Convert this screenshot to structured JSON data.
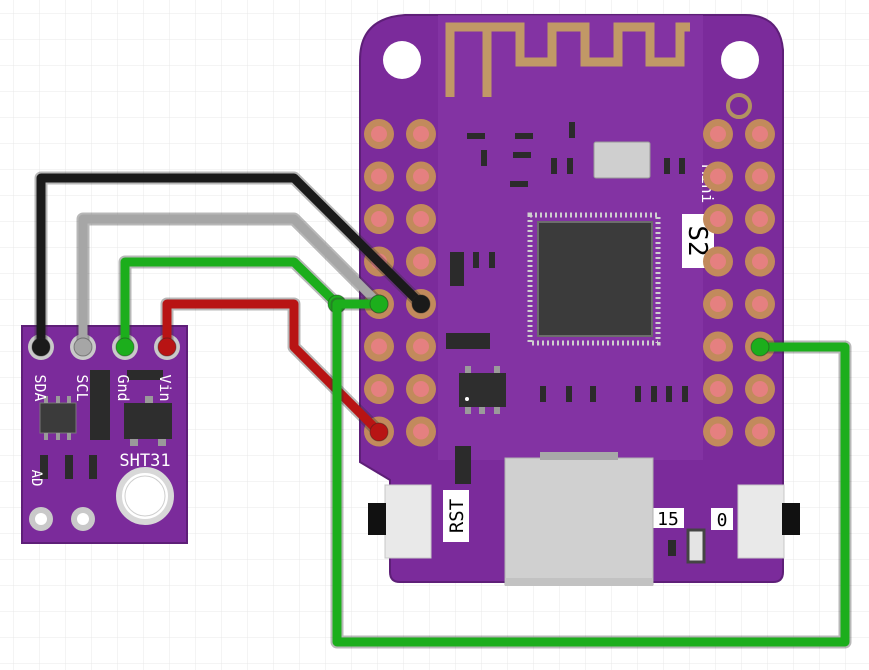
{
  "sensor_board": {
    "pins": [
      "SDA",
      "SCL",
      "Gnd",
      "Vin"
    ],
    "model_label": "SHT31",
    "addr_label": "AD"
  },
  "mcu_board": {
    "name_label": "S2",
    "name_sub_label": "Mini",
    "reset_label": "RST",
    "label_15": "15",
    "label_0": "0"
  },
  "wires": [
    {
      "name": "gnd-wire",
      "color": "#1a1a1a"
    },
    {
      "name": "scl-wire",
      "color": "#a6a6a6"
    },
    {
      "name": "sda-wire",
      "color": "#1cae1c"
    },
    {
      "name": "vin-wire",
      "color": "#b81414"
    },
    {
      "name": "gpio15-loop-wire",
      "color": "#1cae1c"
    }
  ],
  "colors": {
    "board_purple": "#7b2b9b",
    "board_border": "#5e1f78",
    "pad_copper": "#c28a5c",
    "pad_center": "#e58080",
    "antenna": "#c19866",
    "grid": "#e8e8e8"
  }
}
